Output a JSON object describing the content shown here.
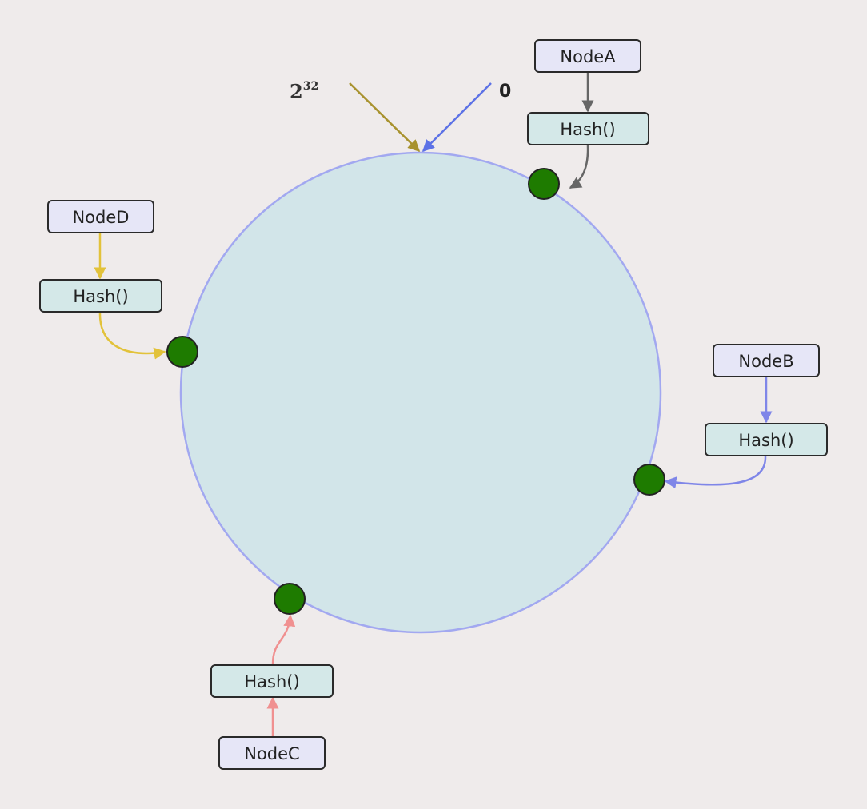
{
  "annotations": {
    "start_label": "0",
    "end_label_base": "2",
    "end_label_exponent": "32"
  },
  "nodes": [
    {
      "key": "a",
      "label": "NodeA",
      "hash_label": "Hash()",
      "color": "#666666"
    },
    {
      "key": "b",
      "label": "NodeB",
      "hash_label": "Hash()",
      "color": "#7f86e8"
    },
    {
      "key": "c",
      "label": "NodeC",
      "hash_label": "Hash()",
      "color": "#f09090"
    },
    {
      "key": "d",
      "label": "NodeD",
      "hash_label": "Hash()",
      "color": "#e2c23a"
    }
  ],
  "colors": {
    "background": "#efebeb",
    "ring_fill": "#d2e5e9",
    "ring_stroke": "#a2a8f0",
    "node_box_fill": "#e6e6f7",
    "hash_box_fill": "#d4e8e8",
    "box_stroke": "#2a2a2a",
    "point_fill": "#1e7b00",
    "zero_arrow": "#5d72e6",
    "end_arrow": "#a8922e"
  }
}
